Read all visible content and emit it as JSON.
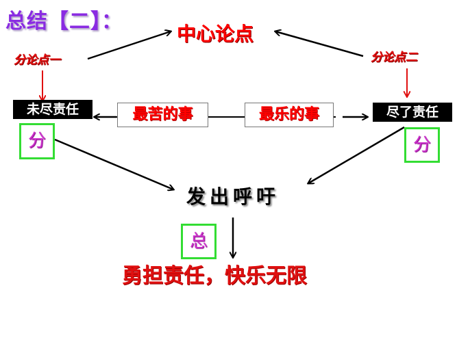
{
  "title": "总结【二】：",
  "central_thesis": "中心论点",
  "sub_points": {
    "left_label": "分论点一",
    "right_label": "分论点二"
  },
  "left_box": "未尽责任",
  "right_box": "尽了责任",
  "middle_boxes": {
    "left": "最苦的事",
    "right": "最乐的事"
  },
  "fen_label_left": "分",
  "fen_label_right": "分",
  "call_to_action": "发出呼吁",
  "zong_label": "总",
  "conclusion": "勇担责任，快乐无限",
  "colors": {
    "title": "#8a2be2",
    "red_text": "#ff0000",
    "green_border": "#33dd33",
    "magenta_text": "#cc33cc",
    "black_box": "#000000"
  }
}
